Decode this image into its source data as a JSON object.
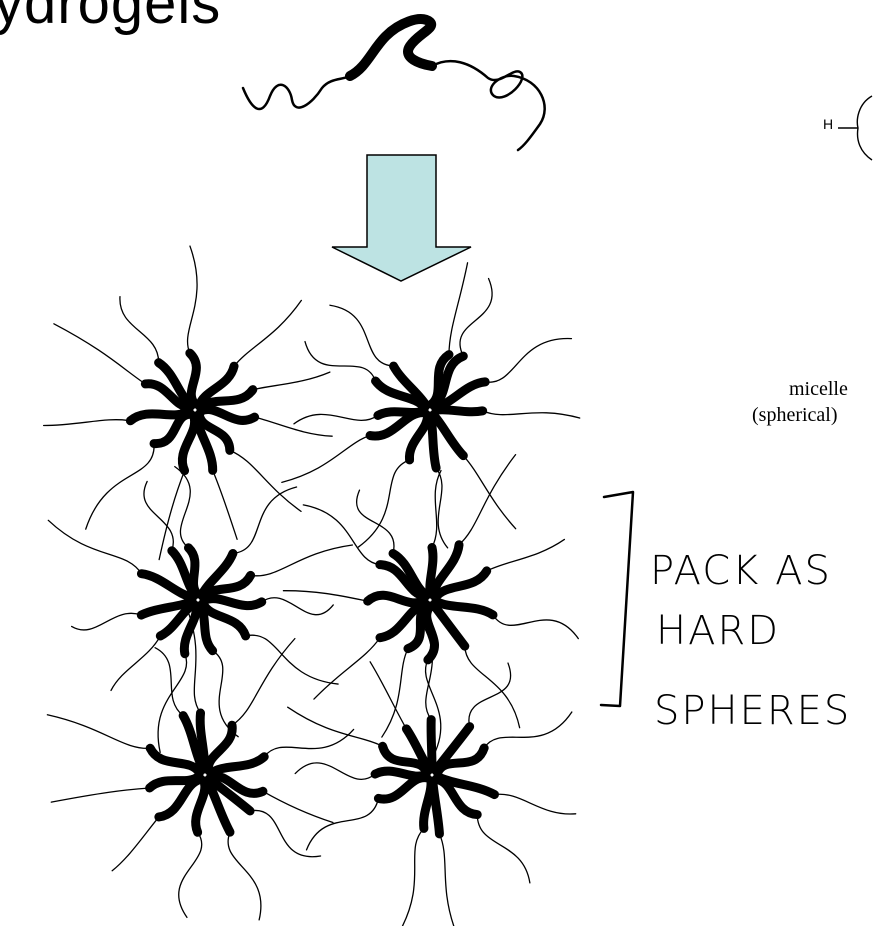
{
  "header": {
    "title": "ydrogels"
  },
  "structure_label": "H",
  "micelle_label": {
    "line1": "micelle",
    "line2": "(spherical)"
  },
  "annotation": {
    "line1": "PACK AS",
    "line2": "HARD",
    "line3": "SPHERES"
  },
  "colors": {
    "arrow_fill": "#bde3e3",
    "ink": "#000000"
  }
}
